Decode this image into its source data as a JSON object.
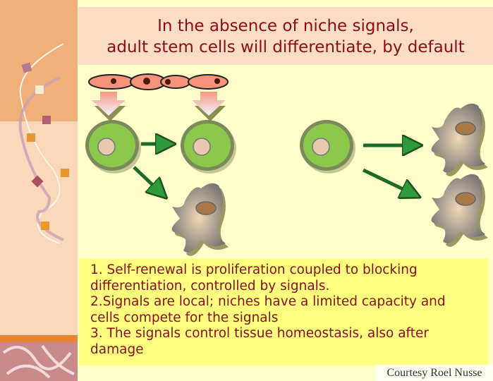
{
  "title": {
    "line1": "In the absence of niche signals,",
    "line2": "adult stem cells will differentiate, by default"
  },
  "points": [
    "1. Self-renewal is proliferation coupled to blocking",
    "differentiation, controlled by signals.",
    "2.Signals are local; niches have a limited capacity and",
    "cells compete for the signals",
    "3. The signals control tissue homeostasis, also after",
    "damage"
  ],
  "credit": "Courtesy Roel Nusse",
  "colors": {
    "title_text": "#8b0e16",
    "title_bg": "#fbdcc4",
    "text_bg": "#ffff80",
    "slide_bg": "#ffffcc",
    "stem_cell": "#8cc84b",
    "arrow": "#2e9a3a",
    "niche_cell": "#f4937a"
  }
}
